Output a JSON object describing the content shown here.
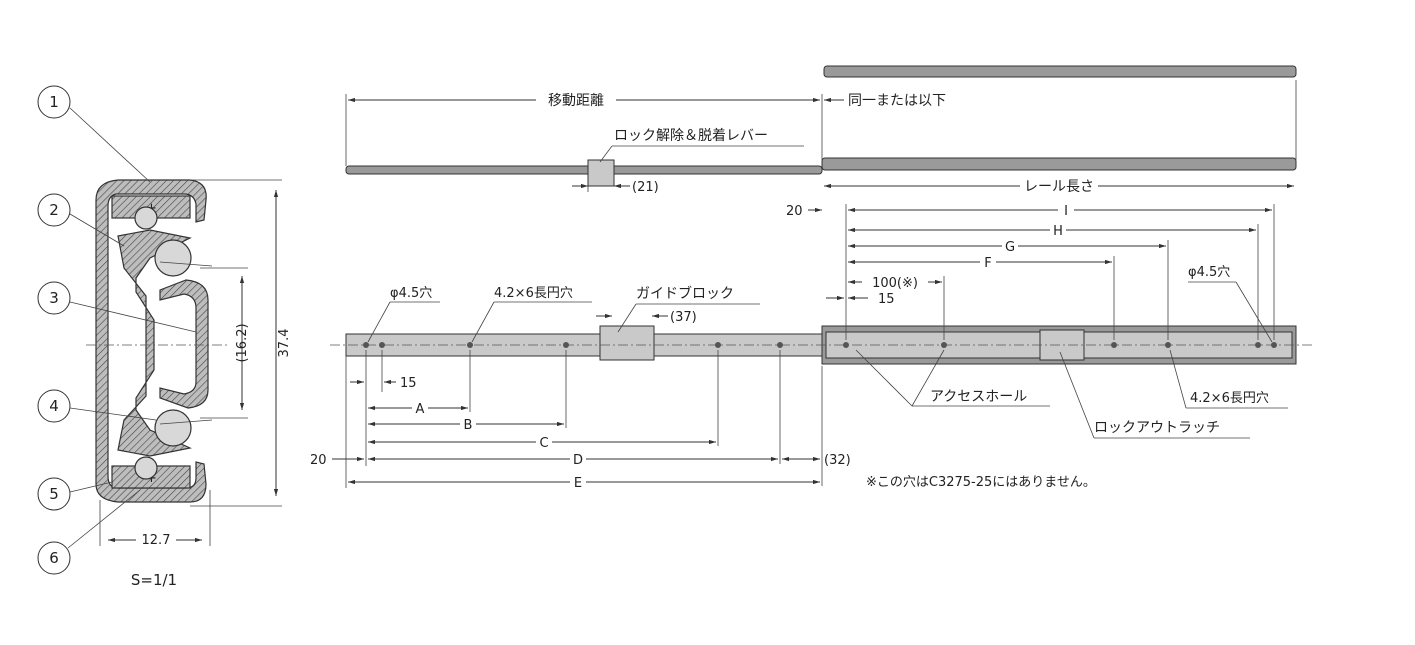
{
  "section_view": {
    "callouts": [
      "1",
      "2",
      "3",
      "4",
      "5",
      "6"
    ],
    "dim_height": "37.4",
    "dim_pitch": "(16.2)",
    "dim_width": "12.7",
    "scale": "S=1/1"
  },
  "top_view": {
    "travel": "移動距離",
    "same_or_less": "同一または以下",
    "lever": "ロック解除＆脱着レバー",
    "dim_21": "(21)",
    "rail_length": "レール長さ"
  },
  "side_view": {
    "dim_20_top": "20",
    "dim_I": "I",
    "dim_H": "H",
    "dim_G": "G",
    "dim_F": "F",
    "dim_100": "100(※)",
    "dim_15_right": "15",
    "hole_45_right": "φ4.5穴",
    "hole_45_left": "φ4.5穴",
    "slot_left": "4.2×6長円穴",
    "slot_right": "4.2×6長円穴",
    "guide_block": "ガイドブロック",
    "dim_37": "(37)",
    "access_hole": "アクセスホール",
    "lockout_latch": "ロックアウトラッチ",
    "dim_15_left": "15",
    "dim_A": "A",
    "dim_B": "B",
    "dim_C": "C",
    "dim_D": "D",
    "dim_20_bottom": "20",
    "dim_32": "(32)",
    "dim_E": "E",
    "note": "※この穴はC3275-25にはありません。"
  }
}
